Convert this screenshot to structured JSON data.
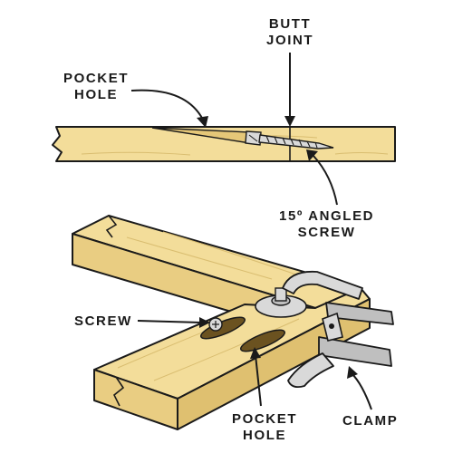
{
  "labels": {
    "butt_joint_line1": "BUTT",
    "butt_joint_line2": "JOINT",
    "pocket_hole_top_line1": "POCKET",
    "pocket_hole_top_line2": "HOLE",
    "angled_screw_line1": "15º ANGLED",
    "angled_screw_line2": "SCREW",
    "screw": "SCREW",
    "pocket_hole_bottom_line1": "POCKET",
    "pocket_hole_bottom_line2": "HOLE",
    "clamp": "CLAMP"
  },
  "colors": {
    "wood": "#f3dd9a",
    "wood_dark": "#e5c778",
    "outline": "#1a1a1a",
    "metal": "#d9d9d9",
    "metal_dark": "#8c8c8c",
    "background": "#ffffff"
  }
}
